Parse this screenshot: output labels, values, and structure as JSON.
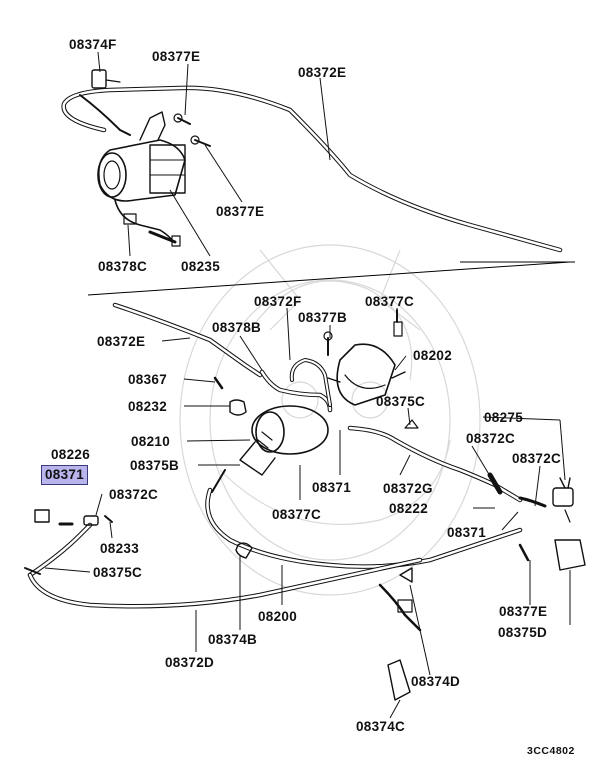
{
  "diagram": {
    "drawing_code": "3CC4802",
    "highlighted_part": "08371",
    "callouts": {
      "p08374F_top": "08374F",
      "p08377E_a": "08377E",
      "p08372E_top": "08372E",
      "p08377E_b": "08377E",
      "p08378C": "08378C",
      "p08235": "08235",
      "p08372F": "08372F",
      "p08377C_top": "08377C",
      "p08378B": "08378B",
      "p08377B": "08377B",
      "p08372E_mid": "08372E",
      "p08202": "08202",
      "p08367": "08367",
      "p08232": "08232",
      "p08375C_mid": "08375C",
      "p08275": "08275",
      "p08226": "08226",
      "p08371_hl": "08371",
      "p08210": "08210",
      "p08372C_right_a": "08372C",
      "p08375B": "08375B",
      "p08372C_right_b": "08372C",
      "p08371_mid": "08371",
      "p08372G": "08372G",
      "p08372C_left": "08372C",
      "p08222": "08222",
      "p08377C_mid": "08377C",
      "p08371_right": "08371",
      "p08233": "08233",
      "p08375C_left": "08375C",
      "p08200": "08200",
      "p08377E_right": "08377E",
      "p08375D": "08375D",
      "p08374B": "08374B",
      "p08372D": "08372D",
      "p08374D": "08374D",
      "p08374C": "08374C"
    }
  }
}
